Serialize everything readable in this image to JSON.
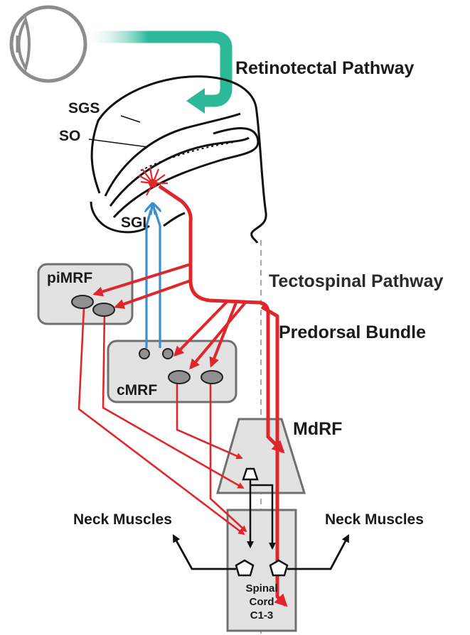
{
  "colors": {
    "retinotectal": "#2bb99a",
    "tectospinal": "#e0262b",
    "ascending": "#3a8fd0",
    "box_fill": "#e2e2e2",
    "box_stroke": "#707070",
    "node_fill": "#909090",
    "outline": "#111111",
    "midline": "#a8a8a8"
  },
  "labels": {
    "retinotectal_pathway": "Retinotectal Pathway",
    "sgs": "SGS",
    "so": "SO",
    "sgi": "SGI",
    "tectospinal_pathway": "Tectospinal Pathway",
    "predorsal_bundle": "Predorsal Bundle",
    "pimrf": "piMRF",
    "cmrf": "cMRF",
    "mdrf": "MdRF",
    "neck_muscles_left": "Neck Muscles",
    "neck_muscles_right": "Neck Muscles",
    "spinal_cord_line1": "Spinal",
    "spinal_cord_line2": "Cord",
    "spinal_cord_line3": "C1-3"
  },
  "icons": [
    "eye-icon",
    "neuron-icon",
    "motoneuron-icon",
    "interneuron-icon"
  ]
}
